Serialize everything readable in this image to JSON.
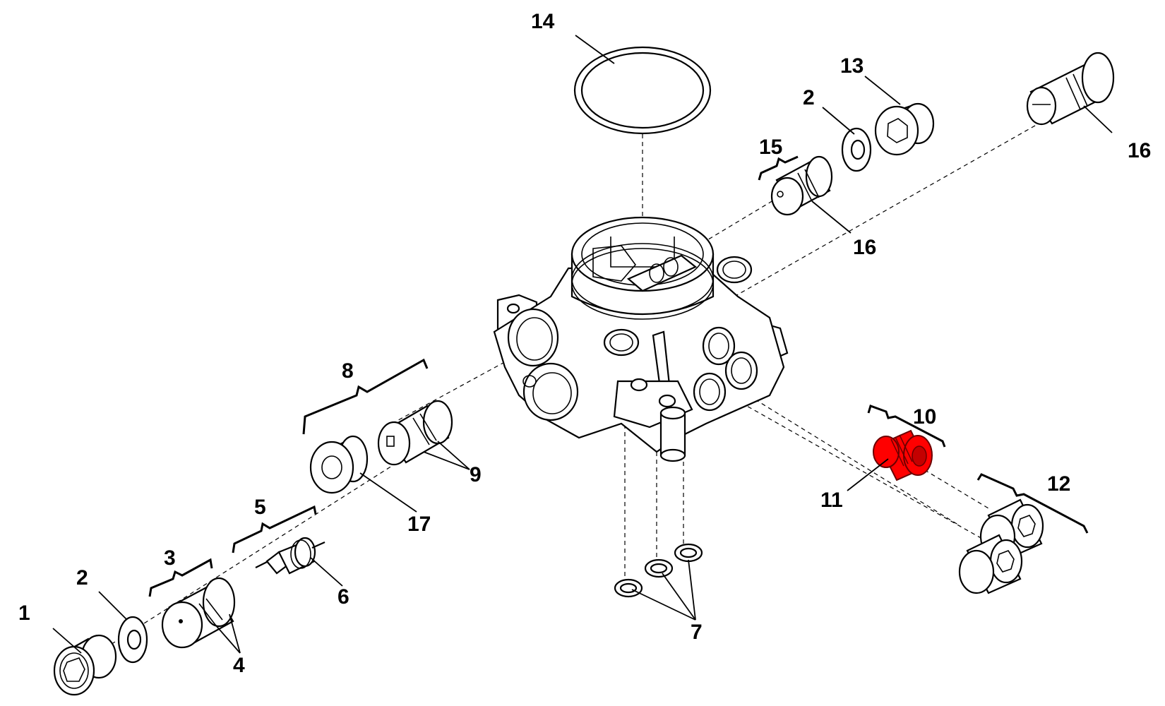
{
  "diagram": {
    "callouts": [
      {
        "id": "c1",
        "text": "1"
      },
      {
        "id": "c2a",
        "text": "2"
      },
      {
        "id": "c2b",
        "text": "2"
      },
      {
        "id": "c3",
        "text": "3"
      },
      {
        "id": "c4",
        "text": "4"
      },
      {
        "id": "c5",
        "text": "5"
      },
      {
        "id": "c6",
        "text": "6"
      },
      {
        "id": "c7",
        "text": "7"
      },
      {
        "id": "c8",
        "text": "8"
      },
      {
        "id": "c9",
        "text": "9"
      },
      {
        "id": "c10",
        "text": "10"
      },
      {
        "id": "c11",
        "text": "11"
      },
      {
        "id": "c12",
        "text": "12"
      },
      {
        "id": "c13",
        "text": "13"
      },
      {
        "id": "c14",
        "text": "14"
      },
      {
        "id": "c15",
        "text": "15"
      },
      {
        "id": "c16a",
        "text": "16"
      },
      {
        "id": "c16b",
        "text": "16"
      },
      {
        "id": "c17",
        "text": "17"
      }
    ],
    "highlight_color": "#ff0000",
    "highlighted_part": "11"
  }
}
